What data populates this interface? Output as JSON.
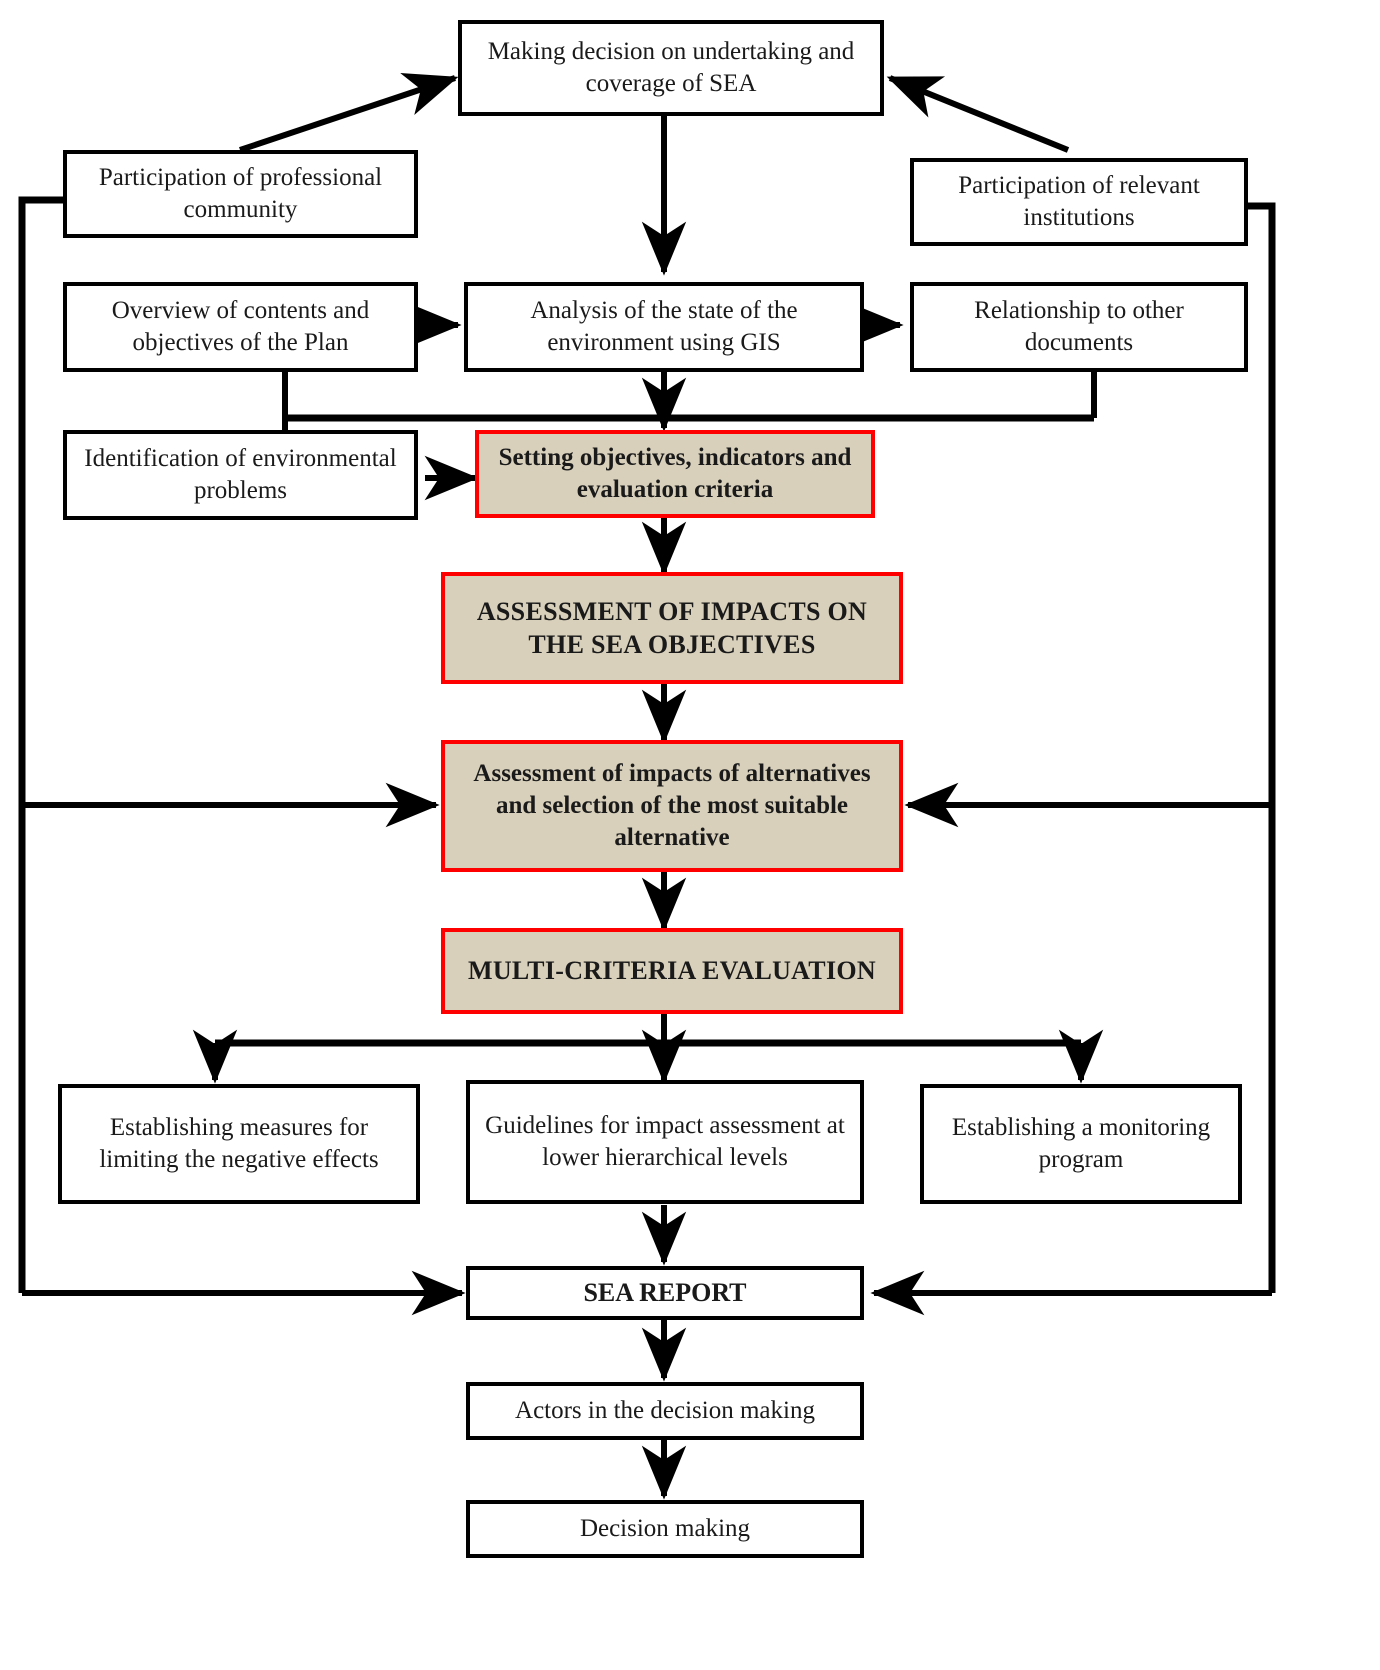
{
  "diagram": {
    "title": "SEA (Strategic Environmental Assessment) process flowchart",
    "colors": {
      "highlight_fill": "#d8d0bb",
      "highlight_border": "#ff0000",
      "node_border": "#000000",
      "node_fill": "#ffffff",
      "connector": "#000000"
    },
    "nodes": {
      "making_decision": "Making decision on undertaking and coverage of SEA",
      "participation_professional": "Participation of professional community",
      "participation_institutions": "Participation of relevant institutions",
      "overview_contents": "Overview of contents and objectives of the Plan",
      "analysis_state": "Analysis of the state of the environment using GIS",
      "relationship_documents": "Relationship to other documents",
      "identification_problems": "Identification of environmental problems",
      "setting_objectives": "Setting objectives, indicators and evaluation criteria",
      "assessment_impacts_sea": "ASSESSMENT OF IMPACTS ON THE SEA OBJECTIVES",
      "assessment_alternatives": "Assessment of impacts of alternatives and selection of the most suitable alternative",
      "multi_criteria": "MULTI-CRITERIA EVALUATION",
      "establishing_measures": "Establishing measures for limiting the negative effects",
      "guidelines_impact": "Guidelines for impact assessment at lower hierarchical levels",
      "establishing_monitoring": "Establishing a monitoring program",
      "sea_report": "SEA REPORT",
      "actors_decision": "Actors in the decision making",
      "decision_making": "Decision making"
    },
    "highlighted_nodes": [
      "setting_objectives",
      "assessment_impacts_sea",
      "assessment_alternatives",
      "multi_criteria"
    ],
    "edges": [
      {
        "from": "participation_professional",
        "to": "making_decision",
        "style": "single"
      },
      {
        "from": "participation_institutions",
        "to": "making_decision",
        "style": "single"
      },
      {
        "from": "making_decision",
        "to": "analysis_state",
        "style": "single"
      },
      {
        "from": "overview_contents",
        "to": "analysis_state",
        "style": "double"
      },
      {
        "from": "analysis_state",
        "to": "relationship_documents",
        "style": "double"
      },
      {
        "from": "analysis_state",
        "to": "setting_objectives",
        "style": "single"
      },
      {
        "from": "overview_contents",
        "to": "setting_objectives",
        "style": "bus"
      },
      {
        "from": "relationship_documents",
        "to": "setting_objectives",
        "style": "bus"
      },
      {
        "from": "identification_problems",
        "to": "setting_objectives",
        "style": "single"
      },
      {
        "from": "setting_objectives",
        "to": "assessment_impacts_sea",
        "style": "single"
      },
      {
        "from": "assessment_impacts_sea",
        "to": "assessment_alternatives",
        "style": "single"
      },
      {
        "from": "participation_professional",
        "to": "assessment_alternatives",
        "style": "loop-left"
      },
      {
        "from": "participation_institutions",
        "to": "assessment_alternatives",
        "style": "loop-right"
      },
      {
        "from": "assessment_alternatives",
        "to": "multi_criteria",
        "style": "single"
      },
      {
        "from": "multi_criteria",
        "to": "establishing_measures",
        "style": "branch"
      },
      {
        "from": "multi_criteria",
        "to": "guidelines_impact",
        "style": "single"
      },
      {
        "from": "multi_criteria",
        "to": "establishing_monitoring",
        "style": "branch"
      },
      {
        "from": "guidelines_impact",
        "to": "sea_report",
        "style": "single"
      },
      {
        "from": "participation_professional",
        "to": "sea_report",
        "style": "loop-left"
      },
      {
        "from": "participation_institutions",
        "to": "sea_report",
        "style": "loop-right"
      },
      {
        "from": "sea_report",
        "to": "actors_decision",
        "style": "single"
      },
      {
        "from": "actors_decision",
        "to": "decision_making",
        "style": "single"
      }
    ]
  }
}
